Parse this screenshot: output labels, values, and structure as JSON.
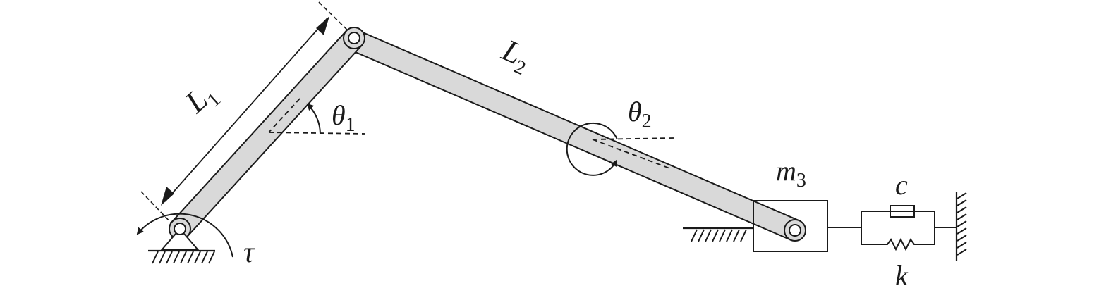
{
  "labels": {
    "link1_length": {
      "main": "L",
      "sub": "1"
    },
    "link2_length": {
      "main": "L",
      "sub": "2"
    },
    "angle1": {
      "main": "θ",
      "sub": "1"
    },
    "angle2": {
      "main": "θ",
      "sub": "2"
    },
    "torque": {
      "main": "τ"
    },
    "slider_mass": {
      "main": "m",
      "sub": "3"
    },
    "damper": {
      "main": "c"
    },
    "spring": {
      "main": "k"
    }
  },
  "colors": {
    "ink": "#1a1a1a",
    "link_fill": "#d9d9d9",
    "background": "#ffffff"
  }
}
